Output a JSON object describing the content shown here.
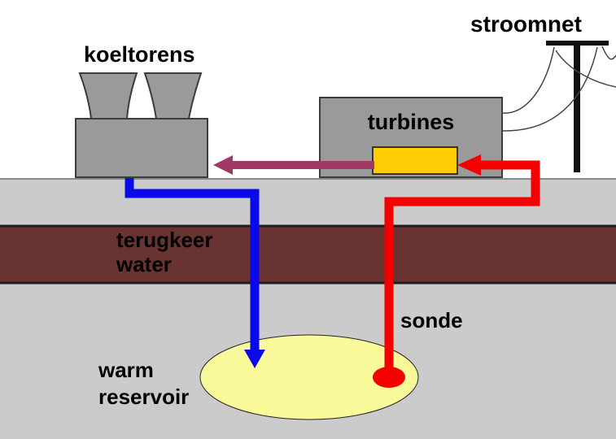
{
  "diagram": {
    "description": "Geothermal power diagram (Dutch labels)",
    "labels": {
      "stroomnet": "stroomnet",
      "koeltorens": "koeltorens",
      "turbines": "turbines",
      "terugkeer_line1": "terugkeer",
      "terugkeer_line2": "water",
      "sonde": "sonde",
      "reservoir_line1": "warm",
      "reservoir_line2": "reservoir"
    },
    "colors": {
      "background": "#FFFFFF",
      "text_black": "#000000",
      "building_gray": "#9A9A9A",
      "building_border": "#3C3C3C",
      "ground_gray": "#CBCBCB",
      "ground_border": "#8A8A8A",
      "rock_brown": "#683331",
      "rock_border": "#1E1E1E",
      "reservoir_yellow": "#FAFA9B",
      "generator_yellow": "#FFCC05",
      "pipe_cold_blue": "#0A0AE8",
      "pipe_hot_red": "#F40000",
      "power_purple": "#A13866",
      "line_black": "#111111",
      "wire_gray": "#444444"
    }
  }
}
